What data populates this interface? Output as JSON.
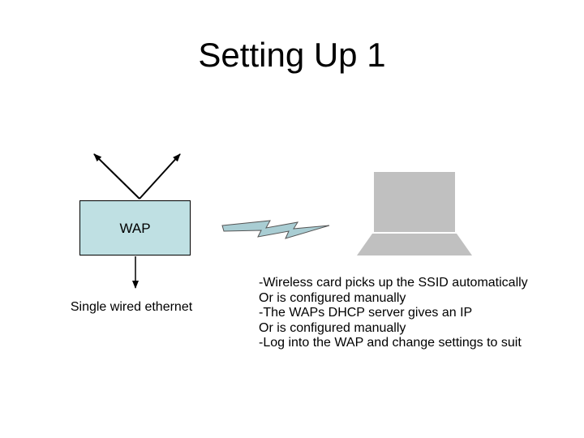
{
  "slide": {
    "title": "Setting Up 1"
  },
  "wap": {
    "label": "WAP"
  },
  "ethernet": {
    "label": "Single wired ethernet"
  },
  "notes": [
    "-Wireless card picks up the SSID automatically",
    "Or is configured manually",
    "-The WAPs DHCP server gives an IP",
    "Or is configured manually",
    "-Log into the WAP and change settings to suit"
  ],
  "colors": {
    "wap_fill": "#bfe0e3",
    "wireless_fill": "#a9cdd3",
    "laptop_fill": "#c0c0c0"
  }
}
